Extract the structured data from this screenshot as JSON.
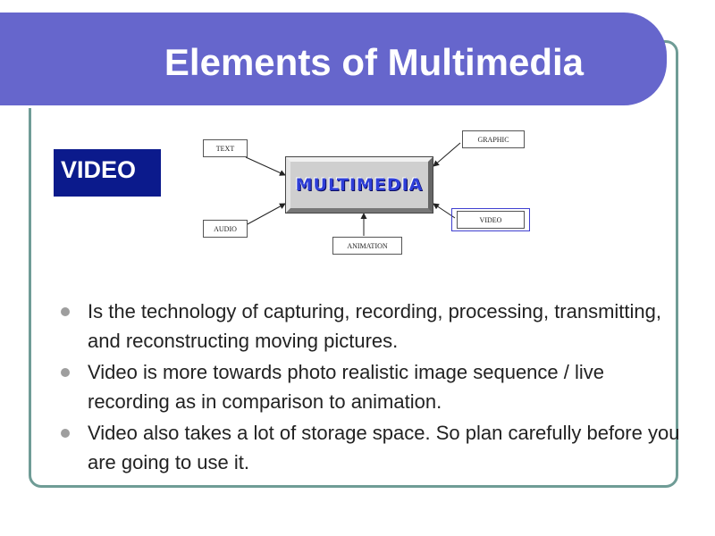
{
  "slide": {
    "title": "Elements of Multimedia",
    "badge": "VIDEO",
    "diagram": {
      "center": "MULTIMEDIA",
      "boxes": {
        "text": "TEXT",
        "graphic": "GRAPHIC",
        "audio": "AUDIO",
        "video": "VIDEO",
        "animation": "ANIMATION"
      },
      "highlighted": "VIDEO"
    },
    "bullets": [
      "Is the technology of capturing, recording, processing, transmitting, and reconstructing moving pictures.",
      "Video is more towards photo realistic image sequence / live recording as in comparison to animation.",
      "Video also takes a lot of storage space. So plan carefully before you are going to use it."
    ]
  },
  "colors": {
    "title_band": "#6666cc",
    "badge": "#0b1a8c",
    "frame": "#6f9c96",
    "hub_text": "#2f3fd8",
    "highlight_box": "#3f3fd0"
  }
}
